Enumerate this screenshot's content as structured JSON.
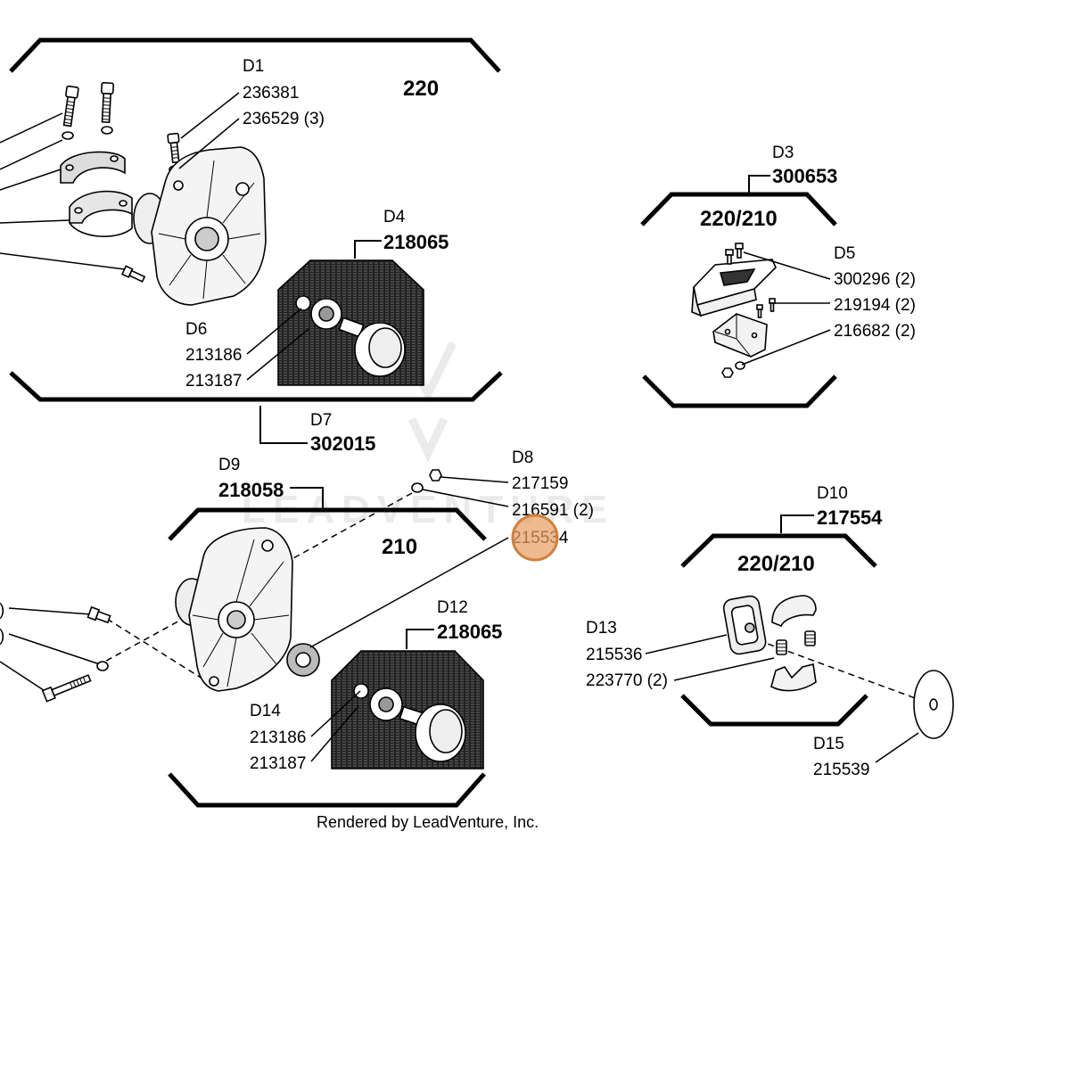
{
  "diagram": {
    "footer": "Rendered by LeadVenture, Inc.",
    "watermark": "LEADVENTURE",
    "side_marks": [
      ")",
      ")"
    ],
    "colors": {
      "ink": "#000000",
      "hotspot": "#e8a064",
      "hotspot_stroke": "#d0803c",
      "assembly_shading": "#222222"
    },
    "assemblies": {
      "a220": {
        "model": "220",
        "d1": {
          "ref": "D1",
          "parts": [
            "236381",
            "236529 (3)"
          ]
        },
        "d4": {
          "ref": "D4",
          "part": "218065"
        },
        "d6": {
          "ref": "D6",
          "parts": [
            "213186",
            "213187"
          ]
        },
        "d7": {
          "ref": "D7",
          "part": "302015"
        }
      },
      "a220_210_upper": {
        "model": "220/210",
        "d3": {
          "ref": "D3",
          "part": "300653"
        },
        "d5": {
          "ref": "D5",
          "parts": [
            "300296 (2)",
            "219194 (2)",
            "216682 (2)"
          ]
        }
      },
      "a210": {
        "model": "210",
        "d8": {
          "ref": "D8",
          "parts": [
            "217159",
            "216591 (2)",
            "215534"
          ]
        },
        "d9": {
          "ref": "D9",
          "part": "218058"
        },
        "d12": {
          "ref": "D12",
          "part": "218065"
        },
        "d14": {
          "ref": "D14",
          "parts": [
            "213186",
            "213187"
          ]
        }
      },
      "a220_210_lower": {
        "model": "220/210",
        "d10": {
          "ref": "D10",
          "part": "217554"
        },
        "d13": {
          "ref": "D13",
          "parts": [
            "215536",
            "223770 (2)"
          ]
        },
        "d15": {
          "ref": "D15",
          "part": "215539"
        }
      }
    }
  }
}
